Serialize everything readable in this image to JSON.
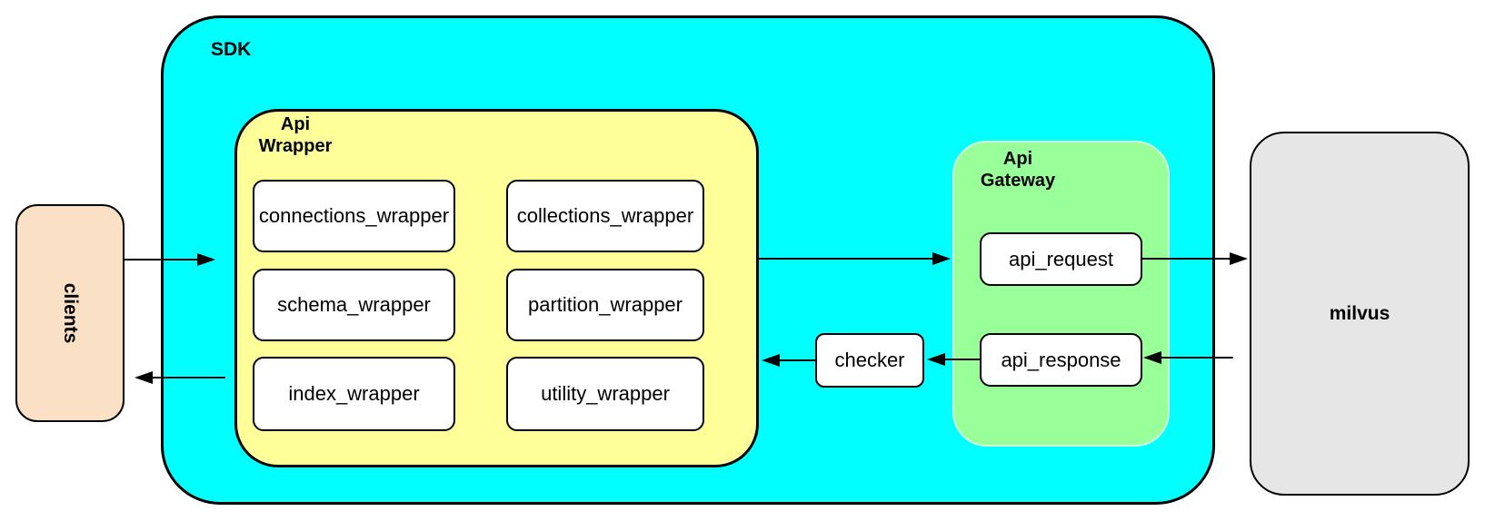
{
  "diagram": {
    "clients": {
      "label": "clients",
      "fill": "#fae1c6"
    },
    "sdk": {
      "label": "SDK",
      "fill": "#00ffff"
    },
    "api_wrapper": {
      "label_line1": "Api",
      "label_line2": "Wrapper",
      "fill": "#ffff99",
      "boxes": [
        "connections_wrapper",
        "collections_wrapper",
        "schema_wrapper",
        "partition_wrapper",
        "index_wrapper",
        "utility_wrapper"
      ]
    },
    "checker": {
      "label": "checker"
    },
    "api_gateway": {
      "label_line1": "Api",
      "label_line2": "Gateway",
      "fill": "#99ff99",
      "boxes": [
        "api_request",
        "api_response"
      ]
    },
    "milvus": {
      "label": "milvus",
      "fill": "#e6e6e6"
    },
    "colors": {
      "border": "#000000",
      "node_fill": "#ffffff",
      "arrow": "#000000",
      "background": "#ffffff"
    }
  }
}
